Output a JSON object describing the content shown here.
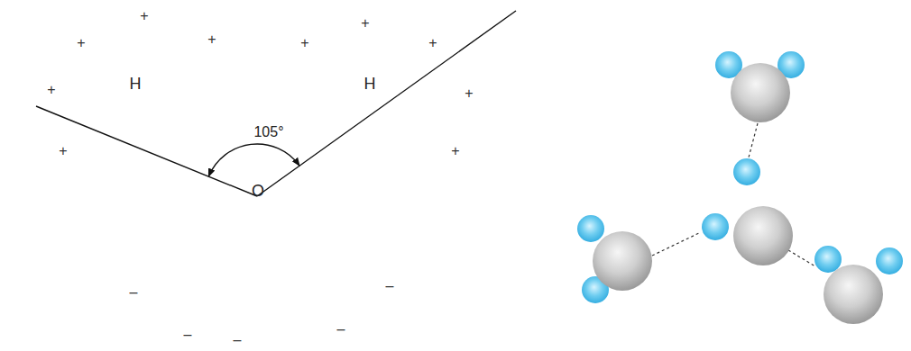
{
  "diagram": {
    "nodes": [
      {
        "text": [
          "H"
        ]
      },
      {
        "text": [
          "H"
        ]
      },
      {
        "text": [
          "105°",
          "O"
        ]
      }
    ],
    "labels": [
      "+",
      "+",
      "+",
      "+",
      "+",
      "+",
      "+",
      "+",
      "+",
      "+",
      "–",
      "–",
      "–",
      "–",
      "–"
    ]
  }
}
